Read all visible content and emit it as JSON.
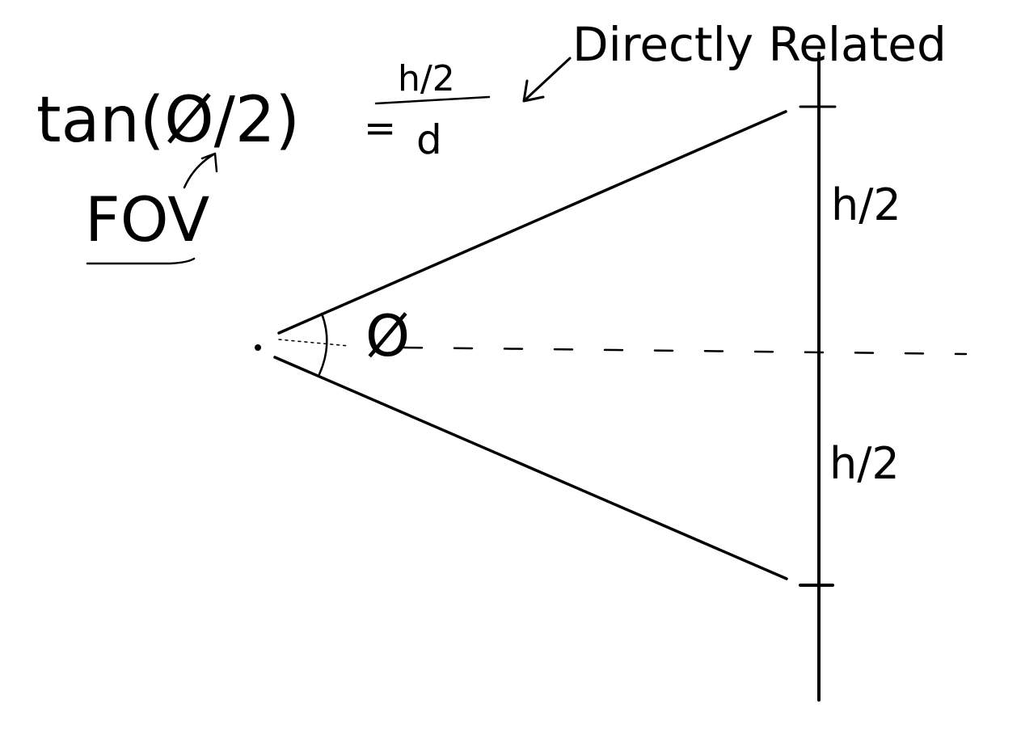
{
  "annotation": {
    "top_right": "Directly Related",
    "formula_lhs": "tan(Ø/2)",
    "formula_equals": "=",
    "formula_numerator": "h/2",
    "formula_denominator": "d",
    "fov_label": "FOV"
  },
  "diagram": {
    "angle_label": "Ø",
    "upper_half_label": "h/2",
    "lower_half_label": "h/2"
  },
  "colors": {
    "ink": "#000000",
    "background": "#ffffff"
  }
}
